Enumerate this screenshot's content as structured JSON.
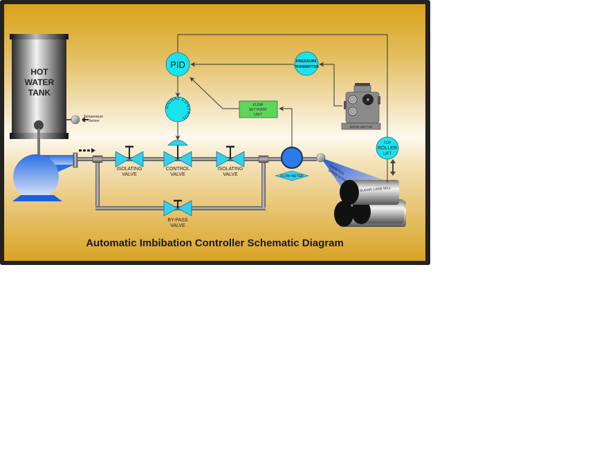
{
  "diagram": {
    "title": "Automatic Imbibation Controller Schematic Diagram",
    "tank": {
      "label_lines": [
        "HOT",
        "WATER",
        "TANK"
      ]
    },
    "temperature_sensor": {
      "label_lines": [
        "Temperature",
        "Sensor"
      ]
    },
    "valves": [
      {
        "id": "isolating-valve-1",
        "label_lines": [
          "ISOLATING",
          "VALVE"
        ]
      },
      {
        "id": "control-valve",
        "label_lines": [
          "CONTROL",
          "VALVE"
        ]
      },
      {
        "id": "isolating-valve-2",
        "label_lines": [
          "ISOLATING",
          "VALVE"
        ]
      },
      {
        "id": "bypass-valve",
        "label_lines": [
          "BY-PASS",
          "VALVE"
        ]
      }
    ],
    "pid": {
      "label": "PID"
    },
    "signal_control": {
      "label": "SIGNAL CONTROL"
    },
    "flow_setpoint": {
      "label_lines": [
        "FLOW",
        "SET POINT",
        "UNIT"
      ]
    },
    "pressure_transmitter": {
      "label_lines": [
        "PRESSURE",
        "TRANSMITTER"
      ]
    },
    "gearbox": {
      "label": "DRIVE MOTOR"
    },
    "flow_meter": {
      "label": "FLOW METER"
    },
    "top_roller_lift": {
      "label_lines": [
        "TOP",
        "ROLLER",
        "LIFT"
      ]
    },
    "spray": {
      "label_lines": [
        "IMBIBITION",
        "WATER SPRAY"
      ]
    },
    "mill": {
      "label": "SUGAR CANE MILL"
    },
    "colors": {
      "instrument": "#19e3ef",
      "valve": "#33d0ee",
      "pump": "#2b7be8",
      "setpoint_box": "#5dd65d",
      "pipe": "#777777",
      "frame": "#222222"
    }
  }
}
